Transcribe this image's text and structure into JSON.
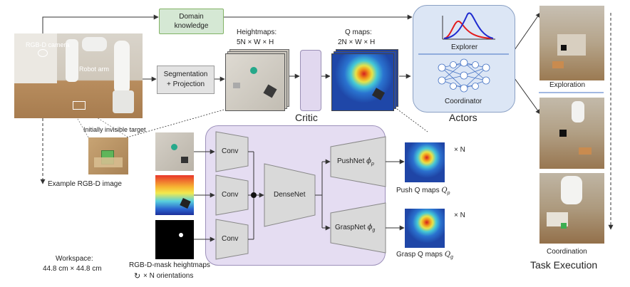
{
  "top": {
    "domain_knowledge": "Domain\nknowledge",
    "segmentation": "Segmentation\n+ Projection",
    "heightmaps_title": "Heightmaps:",
    "heightmaps_dims": "5N × W × H",
    "qmaps_title": "Q maps:",
    "qmaps_dims": "2N × W × H",
    "critic": "Critic"
  },
  "scene": {
    "camera_label": "RGB-D camera",
    "robot_label": "Robot arm",
    "invisible_target": "Initially invisible target",
    "example_image": "Example RGB-D image",
    "workspace_title": "Workspace:",
    "workspace_dims": "44.8 cm × 44.8 cm"
  },
  "actors": {
    "explorer": "Explorer",
    "coordinator": "Coordinator",
    "title": "Actors"
  },
  "network": {
    "conv": "Conv",
    "densenet": "DenseNet",
    "pushnet": "PushNet",
    "pushnet_sym": "ϕ",
    "pushnet_sub": "p",
    "graspnet": "GraspNet",
    "graspnet_sym": "ϕ",
    "graspnet_sub": "g",
    "times_n": "× N",
    "push_q": "Push Q maps",
    "grasp_q": "Grasp Q maps",
    "q_sym": "Q",
    "q_push_sub": "p",
    "q_grasp_sub": "g",
    "mask_label": "RGB-D-mask heightmaps",
    "orientations": "× N orientations"
  },
  "execution": {
    "exploration": "Exploration",
    "coordination": "Coordination",
    "title": "Task Execution"
  }
}
